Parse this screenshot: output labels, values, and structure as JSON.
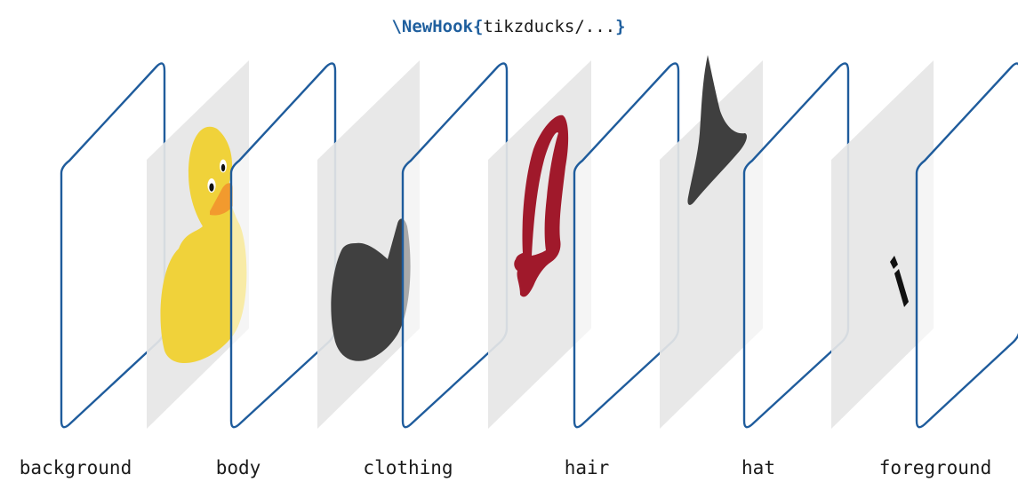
{
  "title": {
    "command": "\\NewHook{",
    "argument": "tikzducks/...",
    "close": "}"
  },
  "layers": [
    {
      "id": "background",
      "label": "background"
    },
    {
      "id": "body",
      "label": "body"
    },
    {
      "id": "clothing",
      "label": "clothing"
    },
    {
      "id": "hair",
      "label": "hair"
    },
    {
      "id": "hat",
      "label": "hat"
    },
    {
      "id": "foreground",
      "label": "foreground"
    }
  ],
  "colors": {
    "command": "#1f5f9e",
    "frame_stroke": "#1f5c9c",
    "shadow_plane": "#e6e6e6",
    "duck_body": "#f0d23a",
    "duck_beak": "#f29a2e",
    "clothing": "#404040",
    "hair": "#a0192b",
    "hat": "#3f3f3f",
    "accessory": "#111111"
  },
  "icons": {
    "body": "rubber-duck-body-icon",
    "clothing": "jacket-icon",
    "hair": "long-hair-icon",
    "hat": "witch-hat-icon",
    "foreground": "wand-icon"
  }
}
